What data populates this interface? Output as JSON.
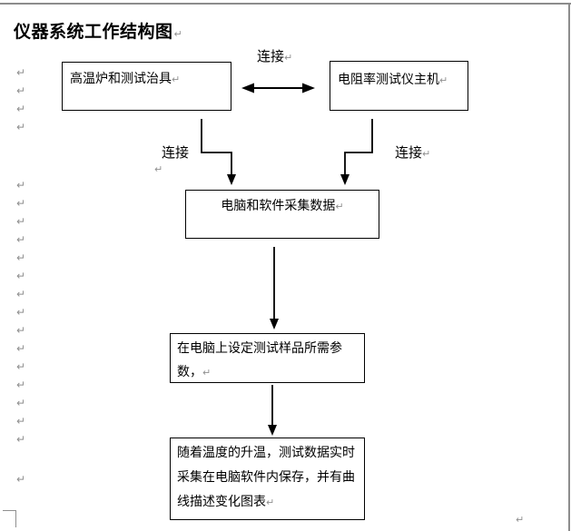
{
  "document": {
    "title": "仪器系统工作结构图",
    "paragraph_mark": "↵"
  },
  "flowchart": {
    "boxes": {
      "furnace": {
        "lines": [
          "高温炉和测试治具"
        ]
      },
      "tester": {
        "lines": [
          "电阻率测试仪主机"
        ]
      },
      "computer": {
        "lines": [
          "电脑和软件采集数据"
        ]
      },
      "params": {
        "lines": [
          "在电脑上设定测试样品所需参",
          "数，"
        ]
      },
      "realtime": {
        "lines": [
          "随着温度的升温，测试数据实时",
          "采集在电脑软件内保存，并有曲",
          "线描述变化图表"
        ]
      }
    },
    "labels": {
      "connect_top": "连接",
      "connect_left": "连接",
      "connect_right": "连接"
    }
  },
  "margin_marks": {
    "glyph": "↵",
    "x": 18,
    "y_tops": [
      74,
      94,
      114,
      134,
      198,
      218,
      238,
      258,
      278,
      298,
      318,
      338,
      358,
      378,
      398,
      418,
      438,
      458,
      478,
      522
    ]
  },
  "colors": {
    "ink": "#000000",
    "mark_gray": "#8f8f8f",
    "page_border": "#8c8c8c"
  }
}
